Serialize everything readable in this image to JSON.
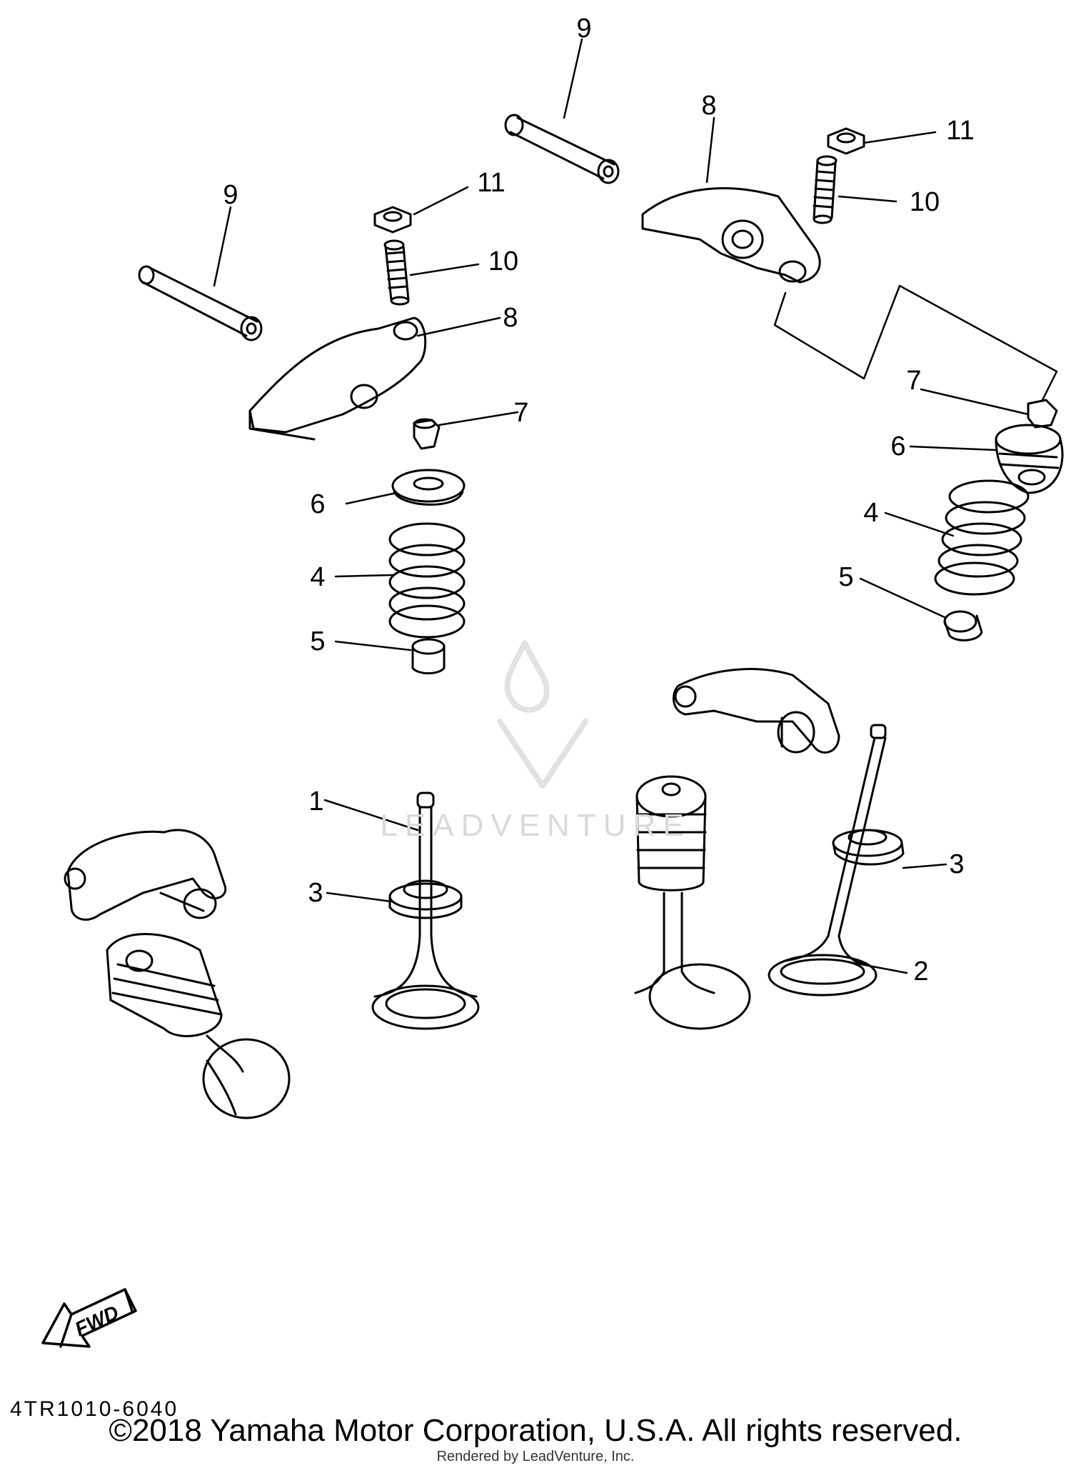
{
  "diagram": {
    "callouts": [
      {
        "id": "left-1",
        "label": "1"
      },
      {
        "id": "right-2",
        "label": "2"
      },
      {
        "id": "left-3",
        "label": "3"
      },
      {
        "id": "right-3",
        "label": "3"
      },
      {
        "id": "left-4",
        "label": "4"
      },
      {
        "id": "right-4",
        "label": "4"
      },
      {
        "id": "left-5",
        "label": "5"
      },
      {
        "id": "right-5",
        "label": "5"
      },
      {
        "id": "left-6",
        "label": "6"
      },
      {
        "id": "right-6",
        "label": "6"
      },
      {
        "id": "left-7",
        "label": "7"
      },
      {
        "id": "right-7",
        "label": "7"
      },
      {
        "id": "left-8",
        "label": "8"
      },
      {
        "id": "right-8",
        "label": "8"
      },
      {
        "id": "left-9",
        "label": "9"
      },
      {
        "id": "right-9",
        "label": "9"
      },
      {
        "id": "left-10",
        "label": "10"
      },
      {
        "id": "right-10",
        "label": "10"
      },
      {
        "id": "left-11",
        "label": "11"
      },
      {
        "id": "right-11",
        "label": "11"
      }
    ],
    "fwd_label": "FWD",
    "part_code": "4TR1010-6040",
    "watermark": "LEADVENTURE"
  },
  "footer": {
    "copyright": "©2018 Yamaha Motor Corporation, U.S.A. All rights reserved.",
    "rendered_by": "Rendered by LeadVenture, Inc."
  }
}
